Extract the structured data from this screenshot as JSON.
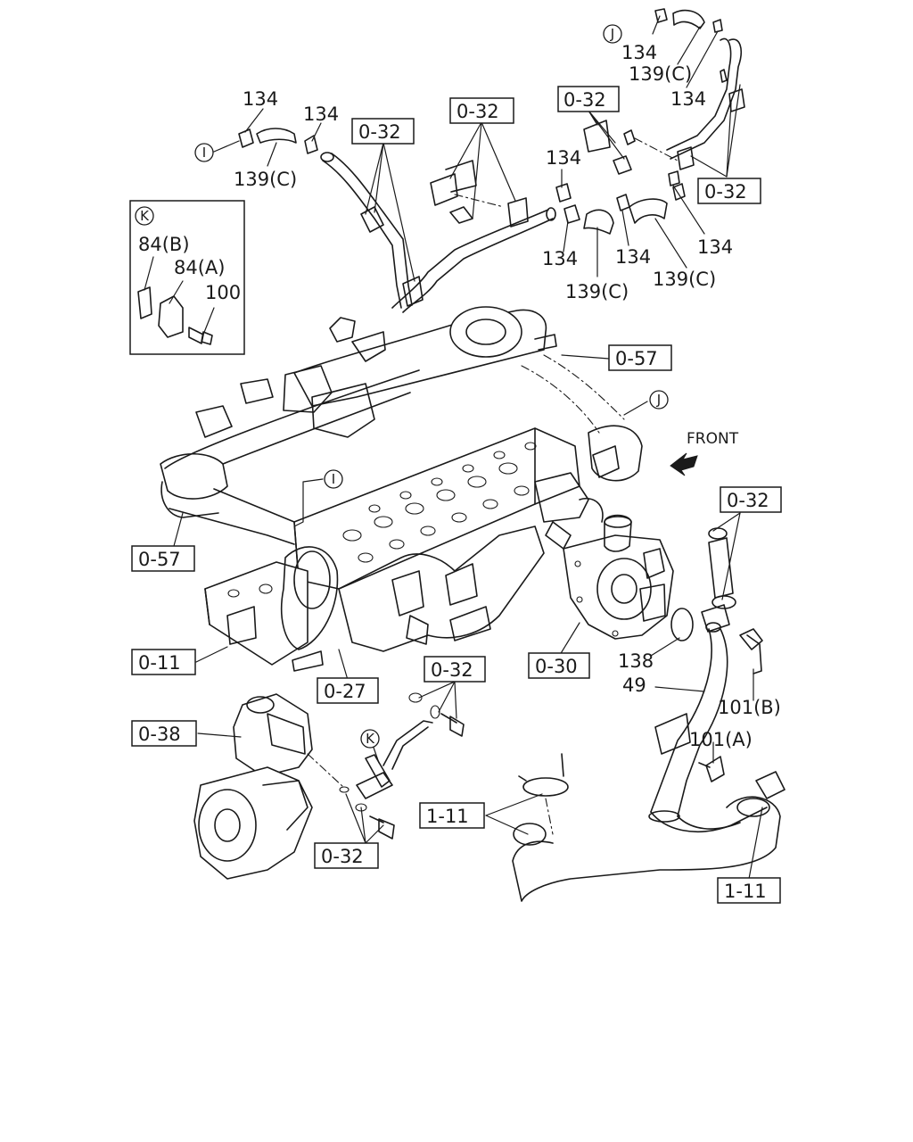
{
  "diagram": {
    "front_label": "FRONT",
    "labels": {
      "l134_a": "134",
      "l134_b": "134",
      "l139c_a": "139(C)",
      "l134_c": "134",
      "l134_d": "134",
      "l134_e": "134",
      "l134_f": "134",
      "l134_g": "134",
      "l134_h": "134",
      "l139c_b": "139(C)",
      "l139c_c": "139(C)",
      "l139c_d": "139(C)",
      "l84b": "84(B)",
      "l84a": "84(A)",
      "l100": "100",
      "l138": "138",
      "l49": "49",
      "l101b": "101(B)",
      "l101a": "101(A)"
    },
    "boxed_refs": {
      "b032_a": "0-32",
      "b032_b": "0-32",
      "b032_c": "0-32",
      "b032_d": "0-32",
      "b032_e": "0-32",
      "b032_f": "0-32",
      "b032_g": "0-32",
      "b057_a": "0-57",
      "b057_b": "0-57",
      "b011": "0-11",
      "b027": "0-27",
      "b030": "0-30",
      "b038": "0-38",
      "b111_a": "1-11",
      "b111_b": "1-11"
    },
    "circle_refs": {
      "j_top": "J",
      "i_top": "I",
      "k_inset": "K",
      "j_mid": "J",
      "i_mid": "I",
      "k_low": "K"
    }
  }
}
